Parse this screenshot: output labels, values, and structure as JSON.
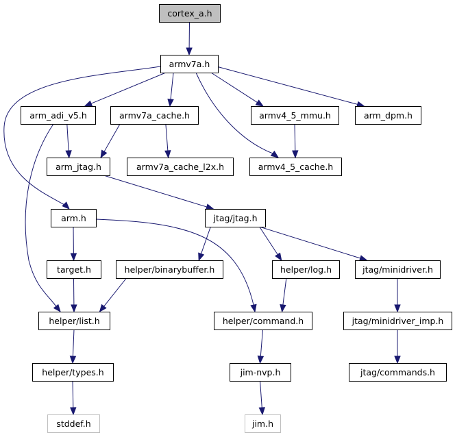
{
  "graph": {
    "nodes": [
      {
        "id": "cortex_a",
        "label": "cortex_a.h",
        "style": "root"
      },
      {
        "id": "armv7a",
        "label": "armv7a.h"
      },
      {
        "id": "arm_adi_v5",
        "label": "arm_adi_v5.h"
      },
      {
        "id": "armv7a_cache",
        "label": "armv7a_cache.h"
      },
      {
        "id": "armv4_5_mmu",
        "label": "armv4_5_mmu.h"
      },
      {
        "id": "arm_dpm",
        "label": "arm_dpm.h"
      },
      {
        "id": "arm_jtag",
        "label": "arm_jtag.h"
      },
      {
        "id": "armv7a_cache_l2x",
        "label": "armv7a_cache_l2x.h"
      },
      {
        "id": "armv4_5_cache",
        "label": "armv4_5_cache.h"
      },
      {
        "id": "arm",
        "label": "arm.h"
      },
      {
        "id": "jtag_jtag",
        "label": "jtag/jtag.h"
      },
      {
        "id": "target",
        "label": "target.h"
      },
      {
        "id": "helper_binarybuffer",
        "label": "helper/binarybuffer.h"
      },
      {
        "id": "helper_log",
        "label": "helper/log.h"
      },
      {
        "id": "jtag_minidriver",
        "label": "jtag/minidriver.h"
      },
      {
        "id": "helper_list",
        "label": "helper/list.h"
      },
      {
        "id": "helper_command",
        "label": "helper/command.h"
      },
      {
        "id": "jtag_minidriver_imp",
        "label": "jtag/minidriver_imp.h"
      },
      {
        "id": "helper_types",
        "label": "helper/types.h"
      },
      {
        "id": "jim_nvp",
        "label": "jim-nvp.h"
      },
      {
        "id": "jtag_commands",
        "label": "jtag/commands.h"
      },
      {
        "id": "stddef",
        "label": "stddef.h",
        "style": "missing"
      },
      {
        "id": "jim",
        "label": "jim.h",
        "style": "missing"
      }
    ],
    "edges": [
      {
        "from": "cortex_a",
        "to": "armv7a"
      },
      {
        "from": "armv7a",
        "to": "arm_adi_v5"
      },
      {
        "from": "armv7a",
        "to": "armv7a_cache"
      },
      {
        "from": "armv7a",
        "to": "armv4_5_mmu"
      },
      {
        "from": "armv7a",
        "to": "arm_dpm"
      },
      {
        "from": "armv7a",
        "to": "armv4_5_cache"
      },
      {
        "from": "armv7a",
        "to": "arm"
      },
      {
        "from": "arm_adi_v5",
        "to": "arm_jtag"
      },
      {
        "from": "arm_adi_v5",
        "to": "helper_list"
      },
      {
        "from": "armv7a_cache",
        "to": "arm_jtag"
      },
      {
        "from": "armv7a_cache",
        "to": "armv7a_cache_l2x"
      },
      {
        "from": "armv4_5_mmu",
        "to": "armv4_5_cache"
      },
      {
        "from": "arm_jtag",
        "to": "jtag_jtag"
      },
      {
        "from": "arm",
        "to": "target"
      },
      {
        "from": "arm",
        "to": "helper_command"
      },
      {
        "from": "jtag_jtag",
        "to": "helper_binarybuffer"
      },
      {
        "from": "jtag_jtag",
        "to": "helper_log"
      },
      {
        "from": "jtag_jtag",
        "to": "jtag_minidriver"
      },
      {
        "from": "target",
        "to": "helper_list"
      },
      {
        "from": "helper_binarybuffer",
        "to": "helper_list"
      },
      {
        "from": "helper_log",
        "to": "helper_command"
      },
      {
        "from": "jtag_minidriver",
        "to": "jtag_minidriver_imp"
      },
      {
        "from": "helper_list",
        "to": "helper_types"
      },
      {
        "from": "helper_command",
        "to": "jim_nvp"
      },
      {
        "from": "jtag_minidriver_imp",
        "to": "jtag_commands"
      },
      {
        "from": "helper_types",
        "to": "stddef"
      },
      {
        "from": "jim_nvp",
        "to": "jim"
      }
    ],
    "colors": {
      "edge": "#191970",
      "root_fill": "#bfbfbf",
      "missing_border": "#bfbfbf",
      "border": "#000000",
      "background": "#ffffff"
    }
  }
}
